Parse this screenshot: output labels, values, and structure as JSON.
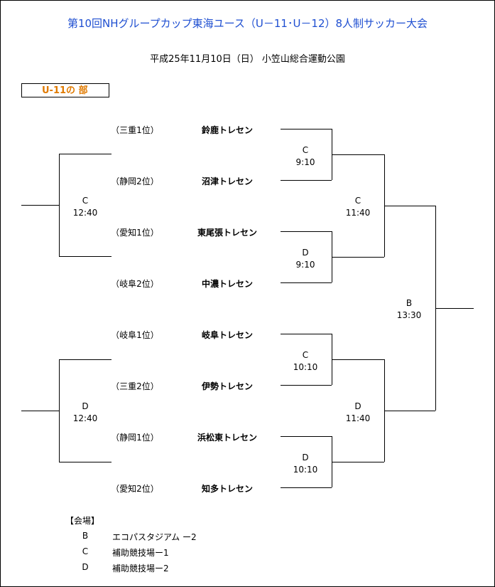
{
  "title": "第10回NHグループカップ東海ユース（U－11･U－12）8人制サッカー大会",
  "subtitle": "平成25年11月10日（日） 小笠山総合運動公園",
  "section_label": "U-11の 部",
  "teams": [
    {
      "seed": "（三重1位）",
      "name": "鈴鹿トレセン"
    },
    {
      "seed": "（静岡2位）",
      "name": "沼津トレセン"
    },
    {
      "seed": "（愛知1位）",
      "name": "東尾張トレセン"
    },
    {
      "seed": "（岐阜2位）",
      "name": "中濃トレセン"
    },
    {
      "seed": "（岐阜1位）",
      "name": "岐阜トレセン"
    },
    {
      "seed": "（三重2位）",
      "name": "伊勢トレセン"
    },
    {
      "seed": "（静岡1位）",
      "name": "浜松東トレセン"
    },
    {
      "seed": "（愛知2位）",
      "name": "知多トレセン"
    }
  ],
  "matches": {
    "r1_a": {
      "venue": "C",
      "time": "9:10"
    },
    "r1_b": {
      "venue": "D",
      "time": "9:10"
    },
    "r1_c": {
      "venue": "C",
      "time": "10:10"
    },
    "r1_d": {
      "venue": "D",
      "time": "10:10"
    },
    "left_top": {
      "venue": "C",
      "time": "12:40"
    },
    "left_bottom": {
      "venue": "D",
      "time": "12:40"
    },
    "semi_top": {
      "venue": "C",
      "time": "11:40"
    },
    "semi_bottom": {
      "venue": "D",
      "time": "11:40"
    },
    "final": {
      "venue": "B",
      "time": "13:30"
    }
  },
  "venues": {
    "heading": "【会場】",
    "items": [
      {
        "code": "B",
        "name": "エコパスタジアム ー2"
      },
      {
        "code": "C",
        "name": "補助競技場ー1"
      },
      {
        "code": "D",
        "name": "補助競技場ー2"
      }
    ]
  }
}
